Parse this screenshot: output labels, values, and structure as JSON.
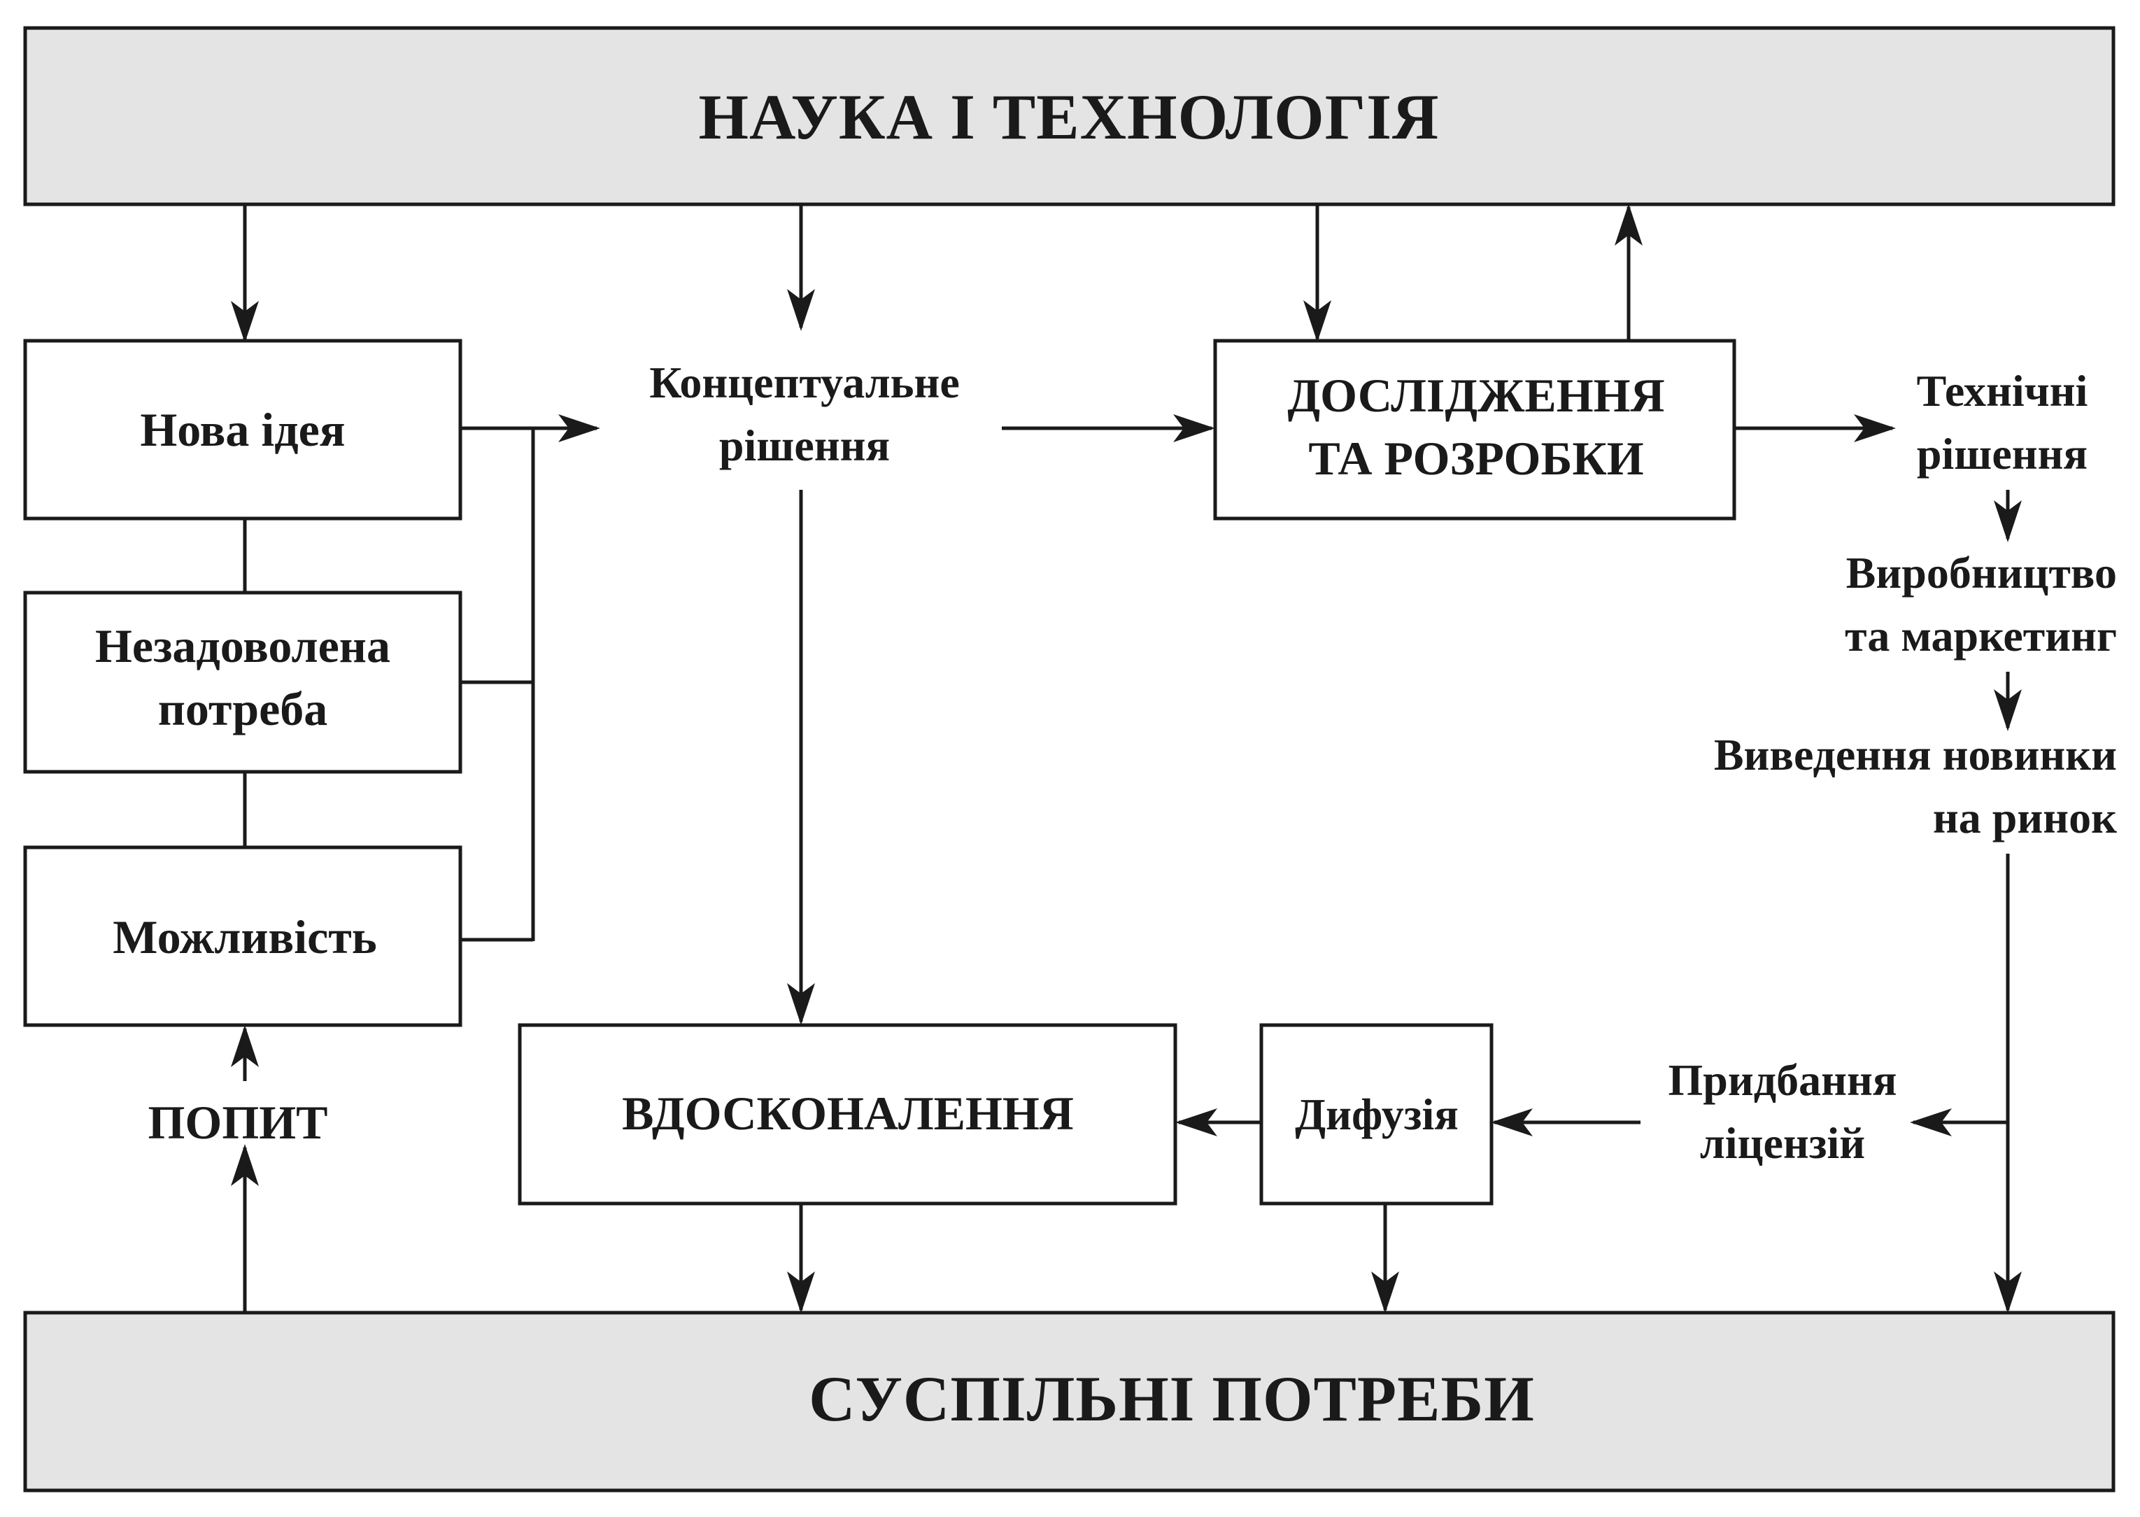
{
  "top_band": {
    "label": "НАУКА І ТЕХНОЛОГІЯ"
  },
  "bottom_band": {
    "label": "СУСПІЛЬНІ ПОТРЕБИ"
  },
  "left_boxes": {
    "new_idea": {
      "label": "Нова ідея"
    },
    "unmet_need": {
      "line1": "Незадоволена",
      "line2": "потреба"
    },
    "opportunity": {
      "label": "Можливість"
    }
  },
  "demand": {
    "label": "ПОПИТ"
  },
  "concept": {
    "line1": "Концептуальне",
    "line2": "рішення"
  },
  "rnd": {
    "line1": "ДОСЛІДЖЕННЯ",
    "line2": "ТА РОЗРОБКИ"
  },
  "tech_solutions": {
    "line1": "Технічні",
    "line2": "рішення"
  },
  "production": {
    "line1": "Виробництво",
    "line2": "та маркетинг"
  },
  "market_launch": {
    "line1": "Виведення новинки",
    "line2": "на ринок"
  },
  "licensing": {
    "line1": "Придбання",
    "line2": "ліцензій"
  },
  "diffusion": {
    "label": "Дифузія"
  },
  "improvement": {
    "label": "ВДОСКОНАЛЕННЯ"
  }
}
